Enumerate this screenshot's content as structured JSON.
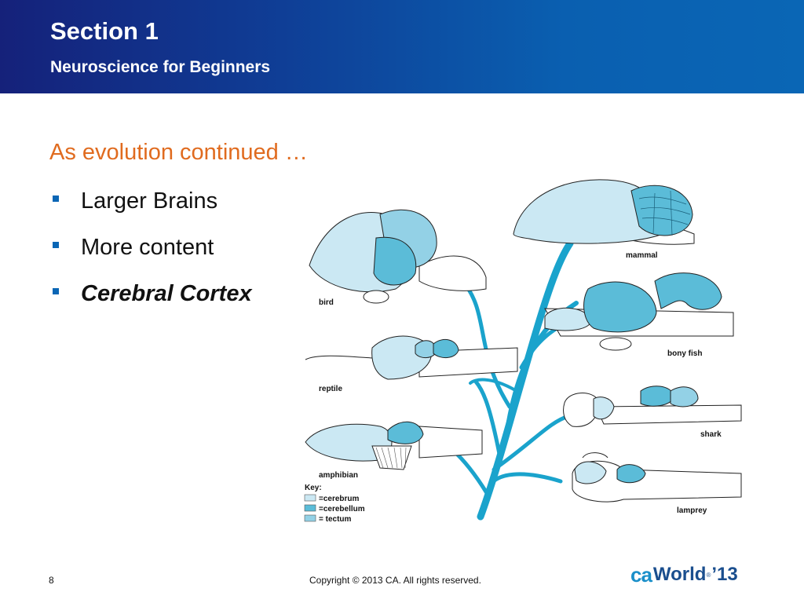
{
  "header": {
    "title": "Section 1",
    "subtitle": "Neuroscience for Beginners"
  },
  "content": {
    "heading": "As evolution continued …",
    "bullets": [
      "Larger Brains",
      "More content",
      "Cerebral Cortex"
    ]
  },
  "figure": {
    "labels": {
      "bird": "bird",
      "reptile": "reptile",
      "amphibian": "amphibian",
      "mammal": "mammal",
      "bony_fish": "bony fish",
      "shark": "shark",
      "lamprey": "lamprey"
    },
    "key": {
      "title": "Key:",
      "cerebrum": "=cerebrum",
      "cerebellum": "=cerebellum",
      "tectum": "= tectum"
    },
    "colors": {
      "cerebrum": "#cbe8f3",
      "cerebellum": "#5bbcd8",
      "tectum": "#93d1e6",
      "tree": "#1aa3cc"
    }
  },
  "footer": {
    "page_number": "8",
    "copyright": "Copyright © 2013 CA. All rights reserved.",
    "logo": {
      "ca": "ca",
      "world": "World",
      "sup": "®",
      "year": "’13"
    }
  }
}
